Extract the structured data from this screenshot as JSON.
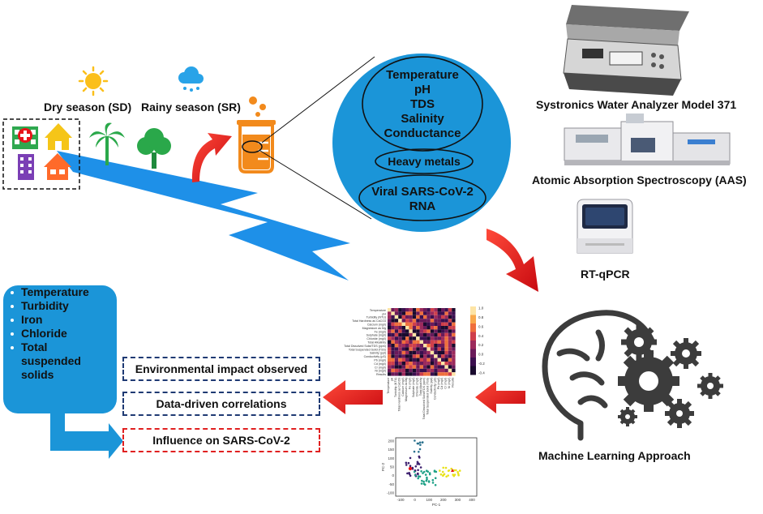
{
  "season": {
    "dry_label": "Dry season (SD)",
    "rainy_label": "Rainy season (SR)"
  },
  "parameters": {
    "group1": [
      "Temperature",
      "pH",
      "TDS",
      "Salinity",
      "Conductance"
    ],
    "group2": "Heavy metals",
    "group3": [
      "Viral SARS-CoV-2",
      "RNA"
    ]
  },
  "instruments": {
    "water_analyzer": "Systronics Water Analyzer Model 371",
    "aas": "Atomic Absorption Spectroscopy (AAS)",
    "rtqpcr": "RT-qPCR"
  },
  "ml": {
    "label": "Machine Learning Approach"
  },
  "results": {
    "factors": [
      "Temperature",
      "Turbidity",
      "Iron",
      "Chloride",
      "Total suspended solids"
    ],
    "environmental": "Environmental impact observed",
    "correlations": "Data-driven correlations",
    "influence": "Influence on SARS-CoV-2"
  },
  "heatmap": {
    "row_labels": [
      "Temperature",
      "pH",
      "Turbidity (NTU)",
      "Total Hardness as CaCO3",
      "Calcium (mg/l)",
      "Magnesium as Mg",
      "Fe (mg/l)",
      "Sulphate (mg/l)",
      "Chloride (mg/l)",
      "Total Alkalinity",
      "Total Dissolved Solid/TDS (ppm)",
      "Total Suspended Solid (TSS)",
      "Salinity (ppt)",
      "Conductivity (µS)",
      "Pb (mg/l)",
      "Cd (mg/l)",
      "Cr (mg/l)",
      "Ni (mg/l)",
      "Results"
    ],
    "scale_ticks": [
      "1.0",
      "0.8",
      "0.6",
      "0.4",
      "0.2",
      "0.0",
      "-0.2",
      "-0.4"
    ]
  },
  "scatter": {
    "x_ticks": [
      "-100",
      "0",
      "100",
      "200",
      "300",
      "400"
    ],
    "y_ticks": [
      "200",
      "150",
      "100",
      "50",
      "0",
      "-50",
      "-100"
    ],
    "xlabel": "PC-1",
    "ylabel": "PC-2"
  },
  "colors": {
    "river": "#1e90e8",
    "circle": "#1b95d8",
    "beaker": "#f28a1c",
    "arrow_red": "#e8141a",
    "navy": "#1f3a73",
    "results_box": "#1b95d8",
    "ml_icon": "#3c3c3c"
  }
}
